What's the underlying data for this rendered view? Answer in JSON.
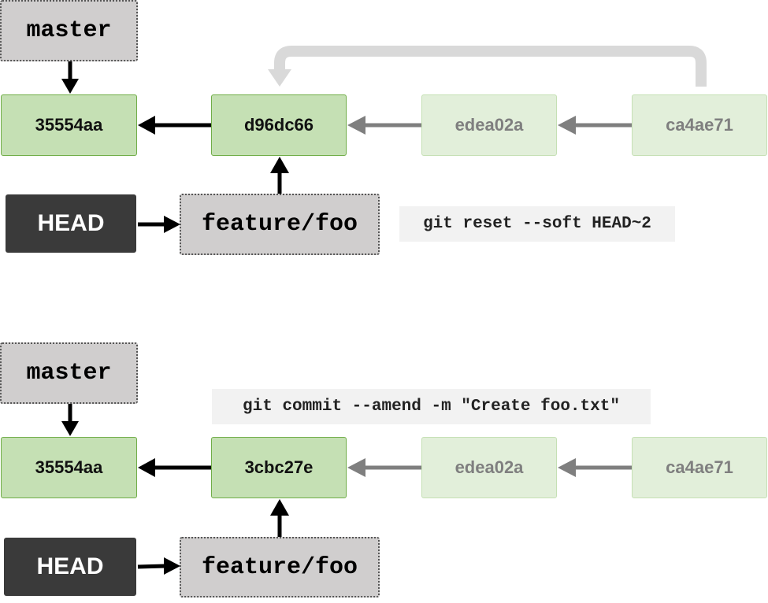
{
  "top": {
    "master": "master",
    "commits": [
      "35554aa",
      "d96dc66",
      "edea02a",
      "ca4ae71"
    ],
    "head": "HEAD",
    "branch": "feature/foo",
    "command": "git reset --soft HEAD~2"
  },
  "bottom": {
    "master": "master",
    "commits": [
      "35554aa",
      "3cbc27e",
      "edea02a",
      "ca4ae71"
    ],
    "head": "HEAD",
    "branch": "feature/foo",
    "command": "git commit --amend -m \"Create foo.txt\""
  },
  "colors": {
    "commit_fill": "#c5e0b4",
    "commit_border": "#70ad47",
    "faded_fill": "#e2efda",
    "ref_fill": "#d0cece",
    "head_fill": "#3a3a3a",
    "arrow": "#000000",
    "faded_arrow": "#7f7f7f",
    "reset_arrow": "#d9d9d9"
  }
}
